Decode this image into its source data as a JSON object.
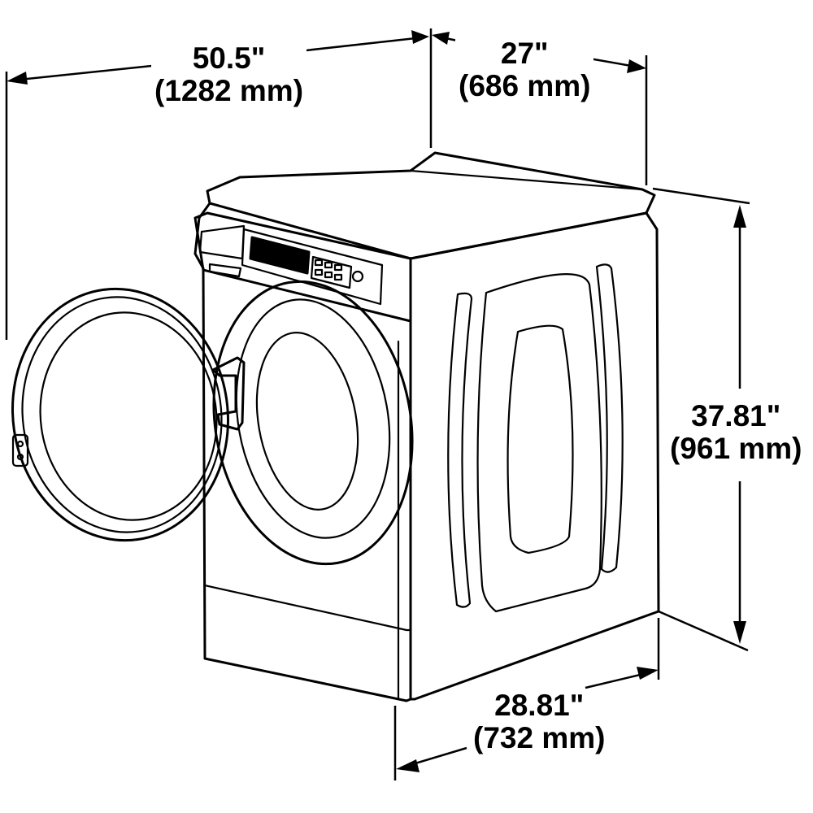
{
  "dimensions": {
    "width_total": {
      "imperial": "50.5\"",
      "metric": "(1282 mm)"
    },
    "width": {
      "imperial": "27\"",
      "metric": "(686 mm)"
    },
    "height": {
      "imperial": "37.81\"",
      "metric": "(961 mm)"
    },
    "depth": {
      "imperial": "28.81\"",
      "metric": "(732 mm)"
    }
  },
  "colors": {
    "line": "#000000",
    "background": "#ffffff"
  }
}
